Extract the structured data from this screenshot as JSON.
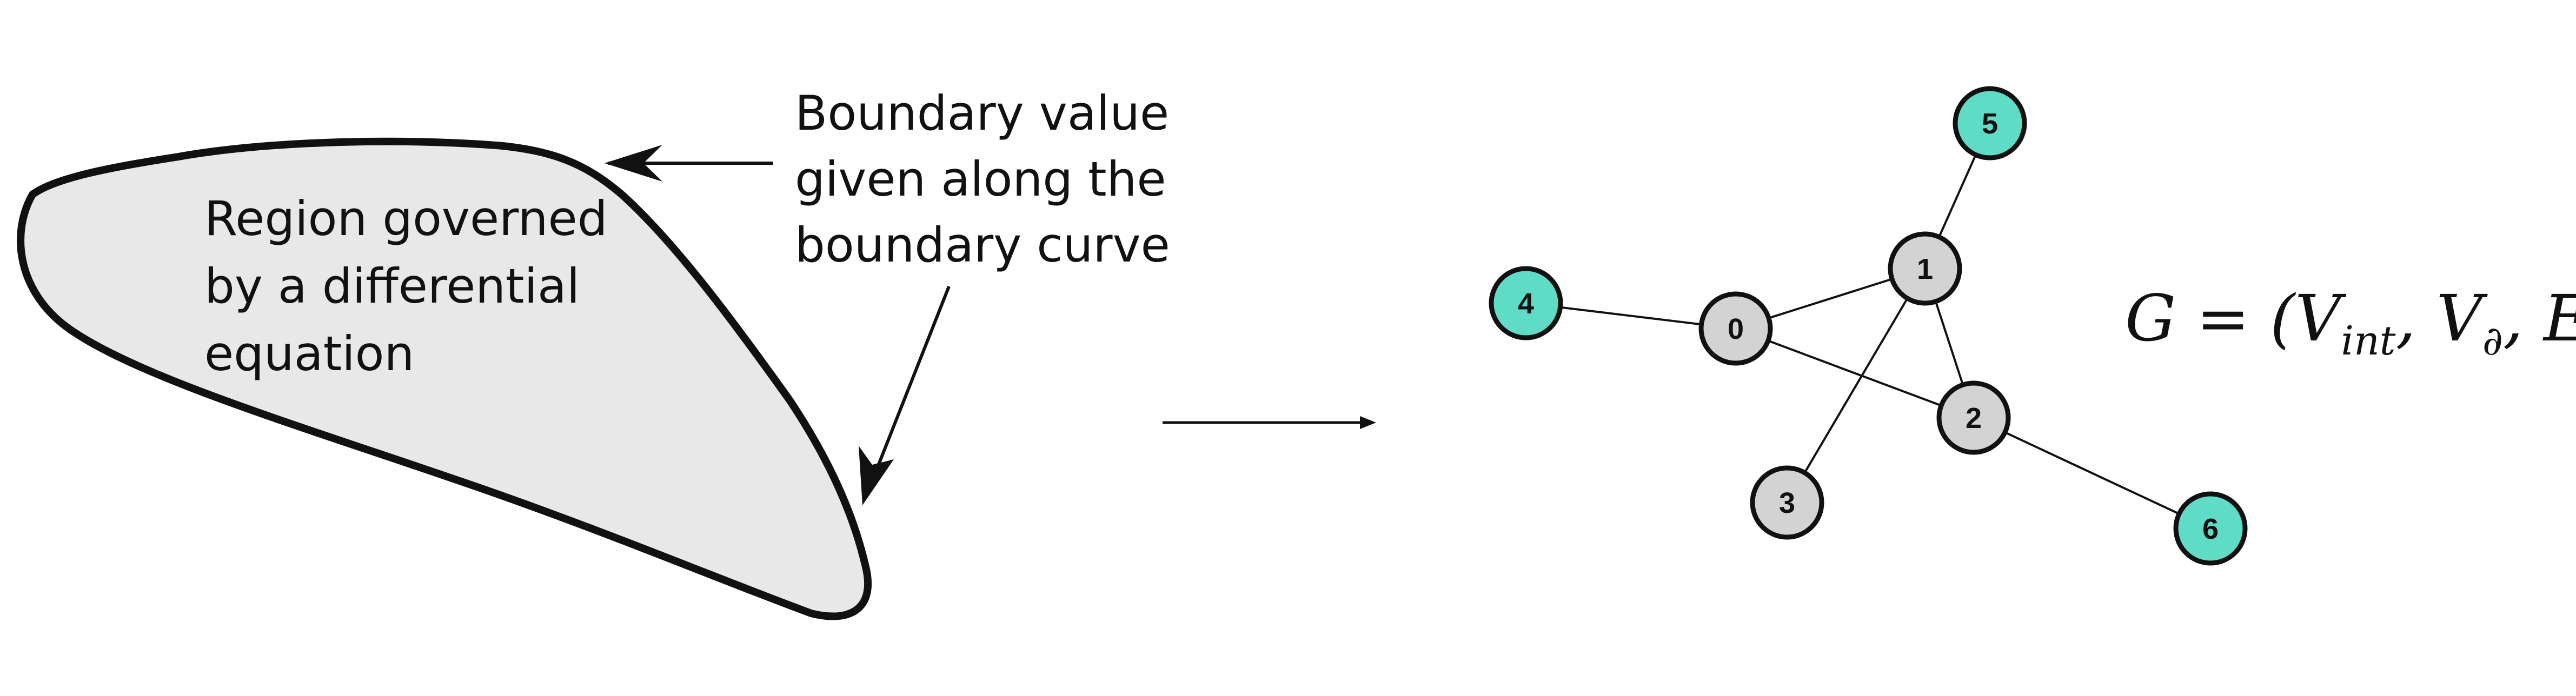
{
  "region": {
    "label_lines": [
      "Region governed",
      "by a differential",
      "equation"
    ]
  },
  "boundary_note": {
    "lines": [
      "Boundary value",
      "given along the",
      "boundary curve"
    ]
  },
  "graph": {
    "nodes": [
      {
        "id": "0",
        "kind": "interior"
      },
      {
        "id": "1",
        "kind": "interior"
      },
      {
        "id": "2",
        "kind": "interior"
      },
      {
        "id": "3",
        "kind": "interior"
      },
      {
        "id": "4",
        "kind": "boundary"
      },
      {
        "id": "5",
        "kind": "boundary"
      },
      {
        "id": "6",
        "kind": "boundary"
      }
    ],
    "edges": [
      [
        "4",
        "0"
      ],
      [
        "0",
        "1"
      ],
      [
        "0",
        "2"
      ],
      [
        "1",
        "2"
      ],
      [
        "1",
        "3"
      ],
      [
        "1",
        "5"
      ],
      [
        "2",
        "6"
      ]
    ],
    "colors": {
      "interior": "#d3d3d3",
      "boundary": "#5fdcc6",
      "region_fill": "#e8e8e8",
      "stroke": "#111111"
    }
  },
  "formula": {
    "main": "G = (V",
    "sub1": "int",
    "mid": ", V",
    "sub2": "∂",
    "end": ", E)"
  }
}
